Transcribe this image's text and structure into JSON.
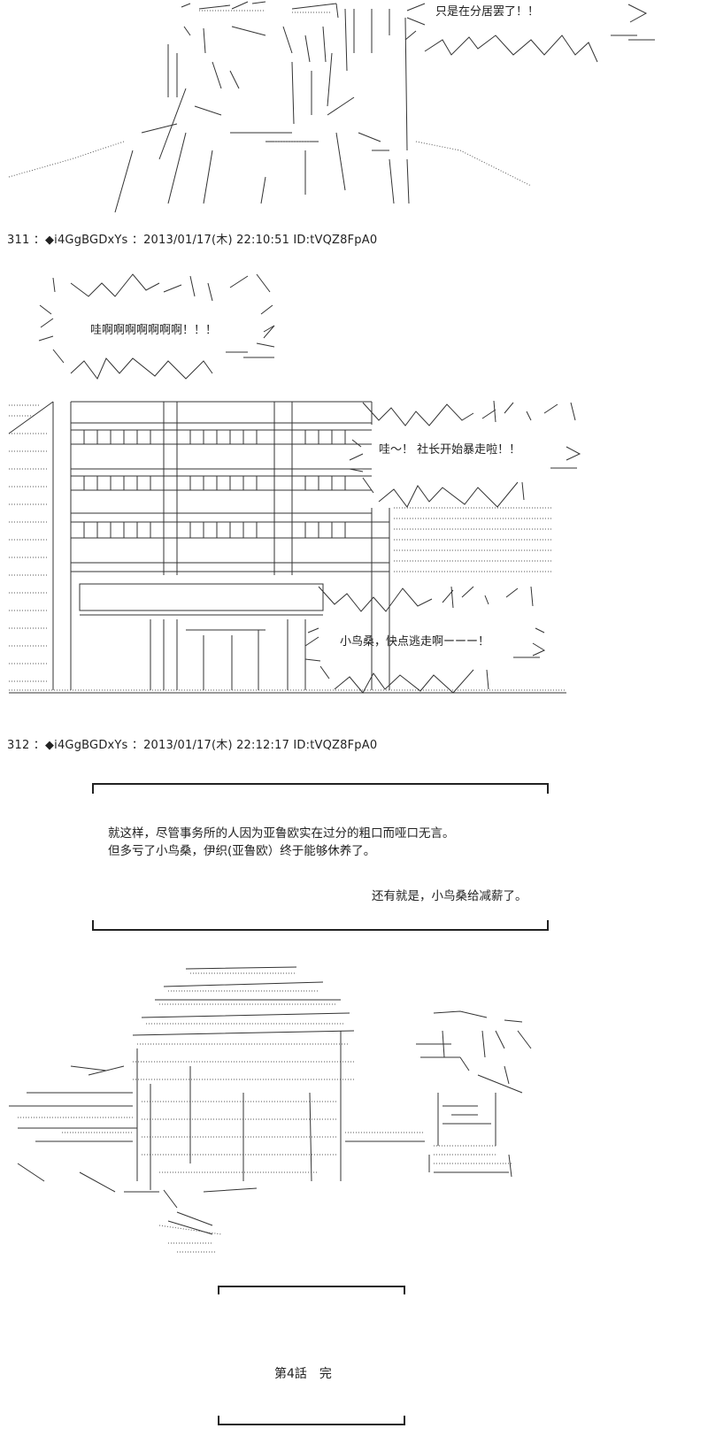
{
  "top_bubble": {
    "text": "只是在分居罢了！！"
  },
  "posts": [
    {
      "header": "311 ：◆i4GgBGDxYs ：2013/01/17(木) 22:10:51 ID:tVQZ8FpA0"
    },
    {
      "header": "312 ：◆i4GgBGDxYs ：2013/01/17(木) 22:12:17 ID:tVQZ8FpA0"
    }
  ],
  "bubbles": {
    "scream": "哇啊啊啊啊啊啊啊！！！",
    "president": "哇～！ 社长开始暴走啦！！",
    "escape": "小鸟桑，快点逃走啊ーーー！"
  },
  "narration": {
    "line1": "就这样，尽管事务所的人因为亚鲁欧实在过分的粗口而哑口无言。",
    "line2": "但多亏了小鸟桑，伊织(亚鲁欧）终于能够休养了。",
    "line3": "还有就是，小鸟桑给减薪了。"
  },
  "ending": {
    "text": "第4話　完"
  }
}
